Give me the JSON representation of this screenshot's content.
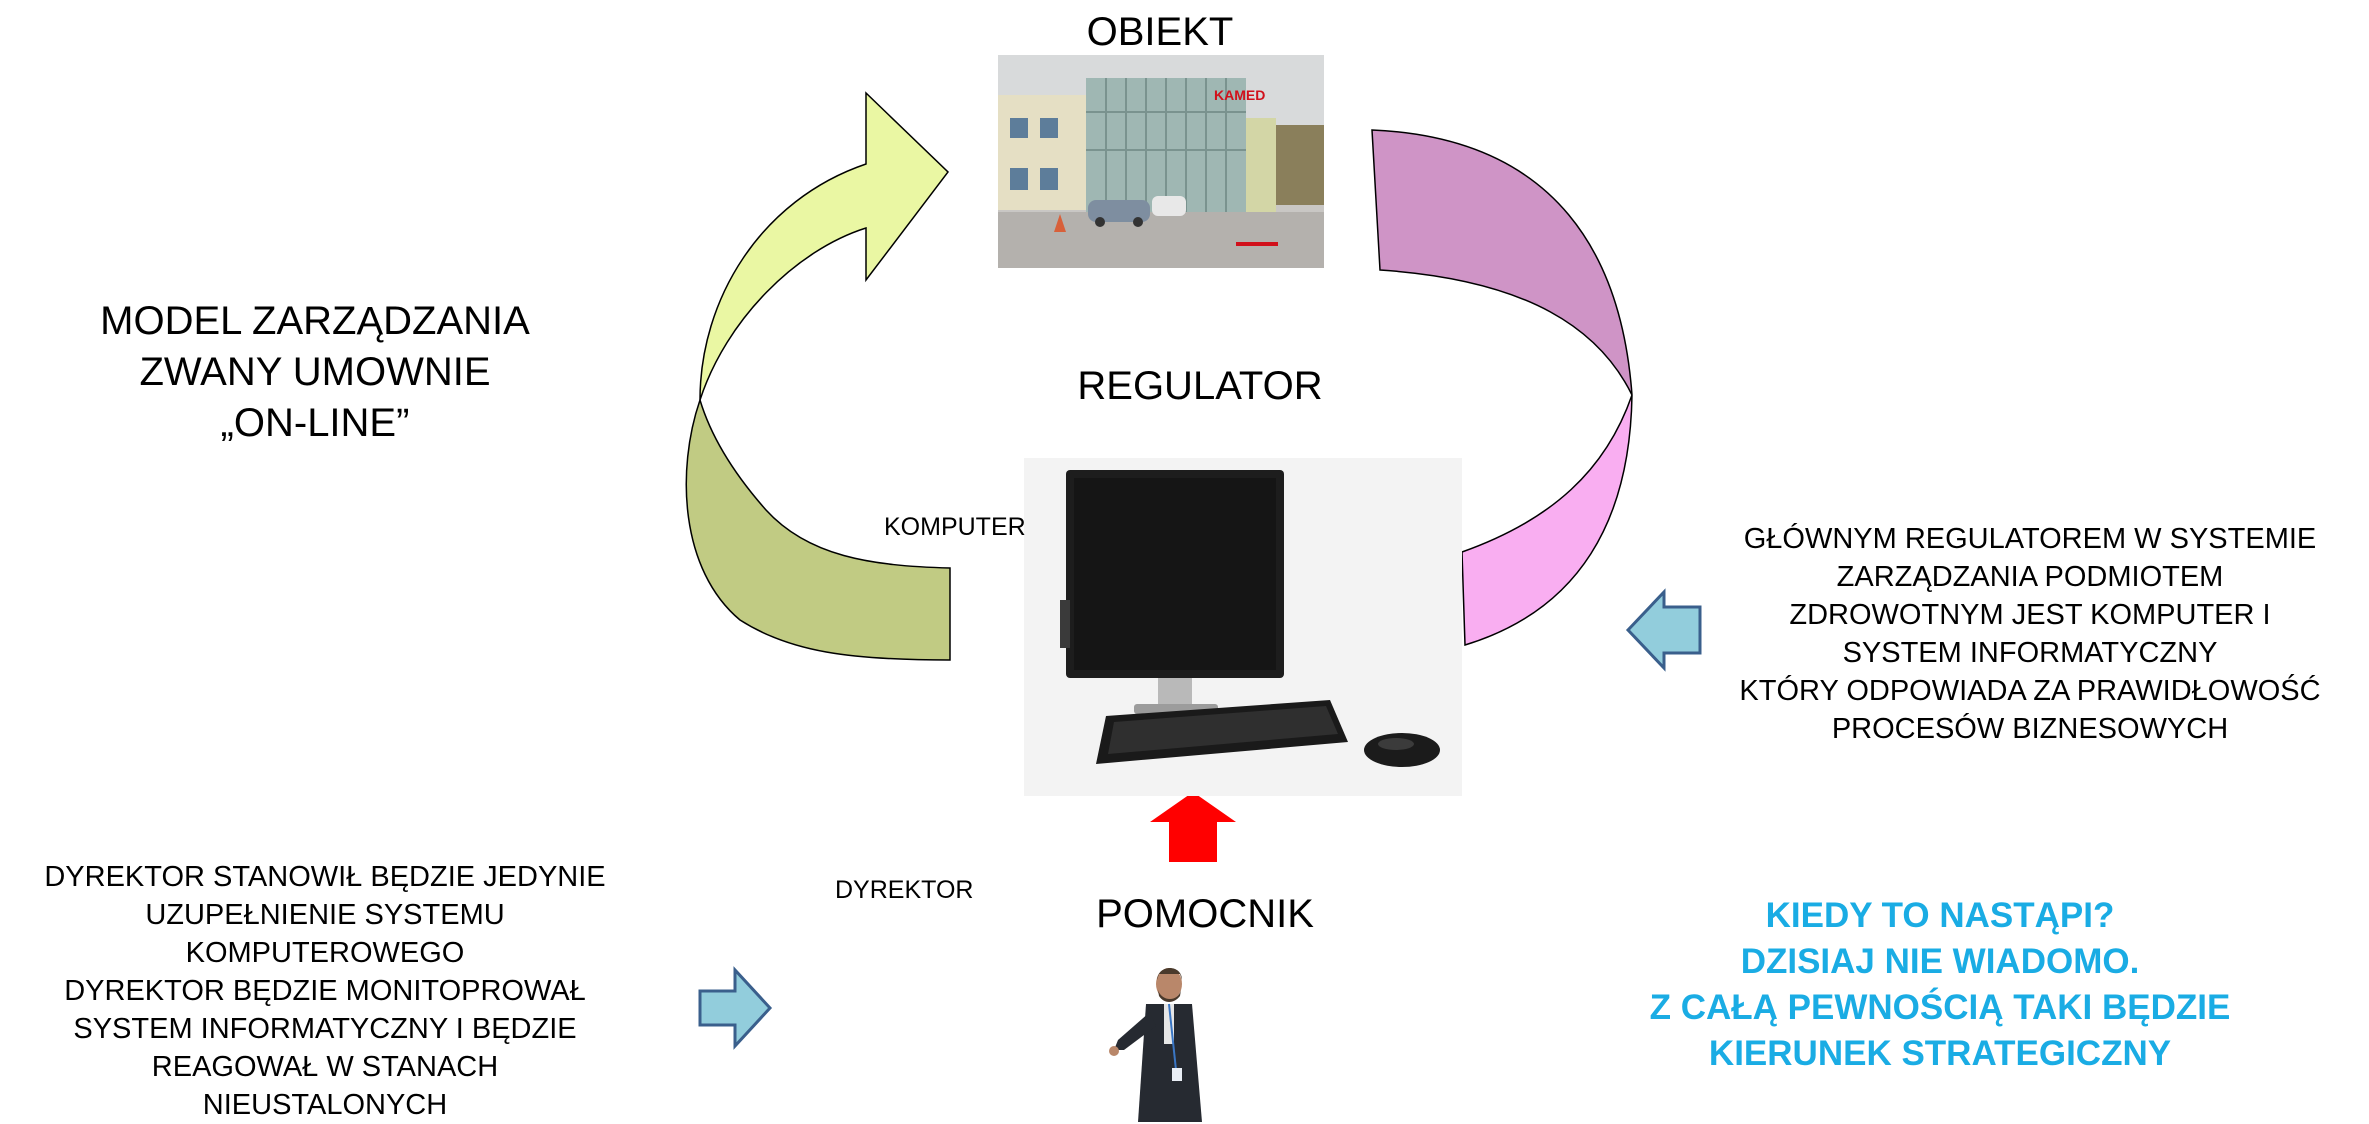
{
  "labels": {
    "obiekt": "OBIEKT",
    "regulator": "REGULATOR",
    "komputer": "KOMPUTER",
    "dyrektor": "DYREKTOR",
    "pomocnik": "POMOCNIK"
  },
  "model_title": [
    "MODEL ZARZĄDZANIA",
    "ZWANY UMOWNIE",
    "„ON-LINE”"
  ],
  "right_note": [
    "GŁÓWNYM REGULATOREM W SYSTEMIE",
    "ZARZĄDZANIA PODMIOTEM",
    "ZDROWOTNYM JEST KOMPUTER I",
    "SYSTEM INFORMATYCZNY",
    "KTÓRY ODPOWIADA ZA PRAWIDŁOWOŚĆ",
    "PROCESÓW BIZNESOWYCH"
  ],
  "left_note": [
    "DYREKTOR STANOWIŁ BĘDZIE JEDYNIE",
    "UZUPEŁNIENIE SYSTEMU",
    "KOMPUTEROWEGO",
    "DYREKTOR BĘDZIE MONITOPROWAŁ",
    "SYSTEM INFORMATYCZNY I BĘDZIE",
    "REAGOWAŁ W STANACH",
    "NIEUSTALONYCH"
  ],
  "question": [
    "KIEDY TO NASTĄPI?",
    "DZISIAJ NIE WIADOMO.",
    "Z CAŁĄ PEWNOŚCIĄ TAKI BĘDZIE",
    "KIERUNEK STRATEGICZNY"
  ],
  "building_sign": "KAMED",
  "colors": {
    "left_arrow_top": "#eaf7a3",
    "left_arrow_bottom": "#c1cb83",
    "right_arrow_top": "#cf94c6",
    "right_arrow_bottom": "#f9aef1",
    "block_arrow": "#92cddc",
    "block_arrow_stroke": "#3a5f8c",
    "red_arrow": "#ff0000",
    "highlight_text": "#1aace4"
  }
}
